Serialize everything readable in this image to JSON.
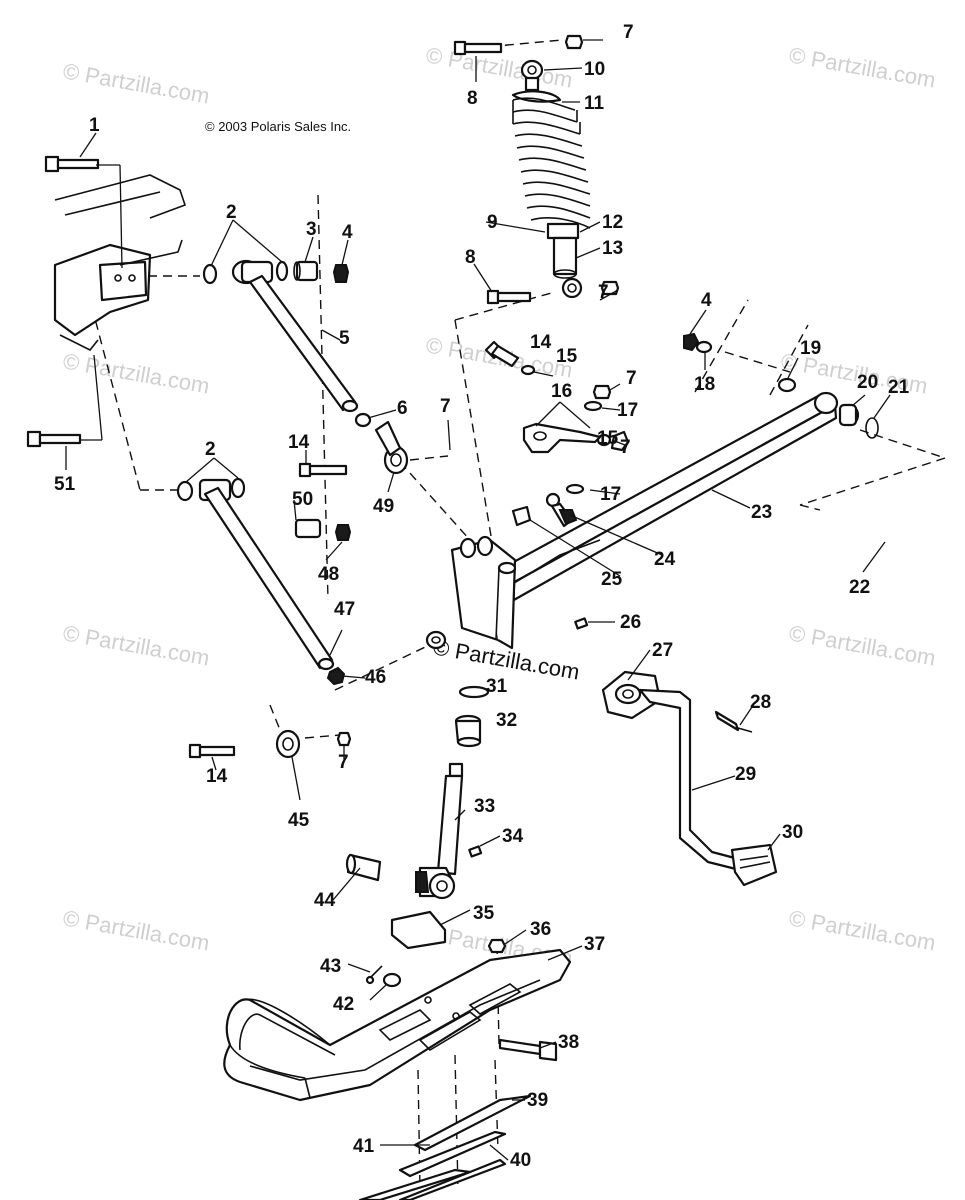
{
  "copyright": "© 2003 Polaris Sales Inc.",
  "watermark": "© Partzilla.com",
  "center_brand": "© Partzilla.com",
  "callouts": [
    "1",
    "2",
    "3",
    "4",
    "5",
    "6",
    "7",
    "8",
    "9",
    "10",
    "11",
    "12",
    "13",
    "14",
    "15",
    "16",
    "17",
    "18",
    "19",
    "20",
    "21",
    "22",
    "23",
    "24",
    "25",
    "26",
    "27",
    "28",
    "29",
    "30",
    "31",
    "32",
    "33",
    "34",
    "35",
    "36",
    "37",
    "38",
    "39",
    "40",
    "41",
    "42",
    "43",
    "44",
    "45",
    "46",
    "47",
    "48",
    "49",
    "50",
    "51"
  ]
}
